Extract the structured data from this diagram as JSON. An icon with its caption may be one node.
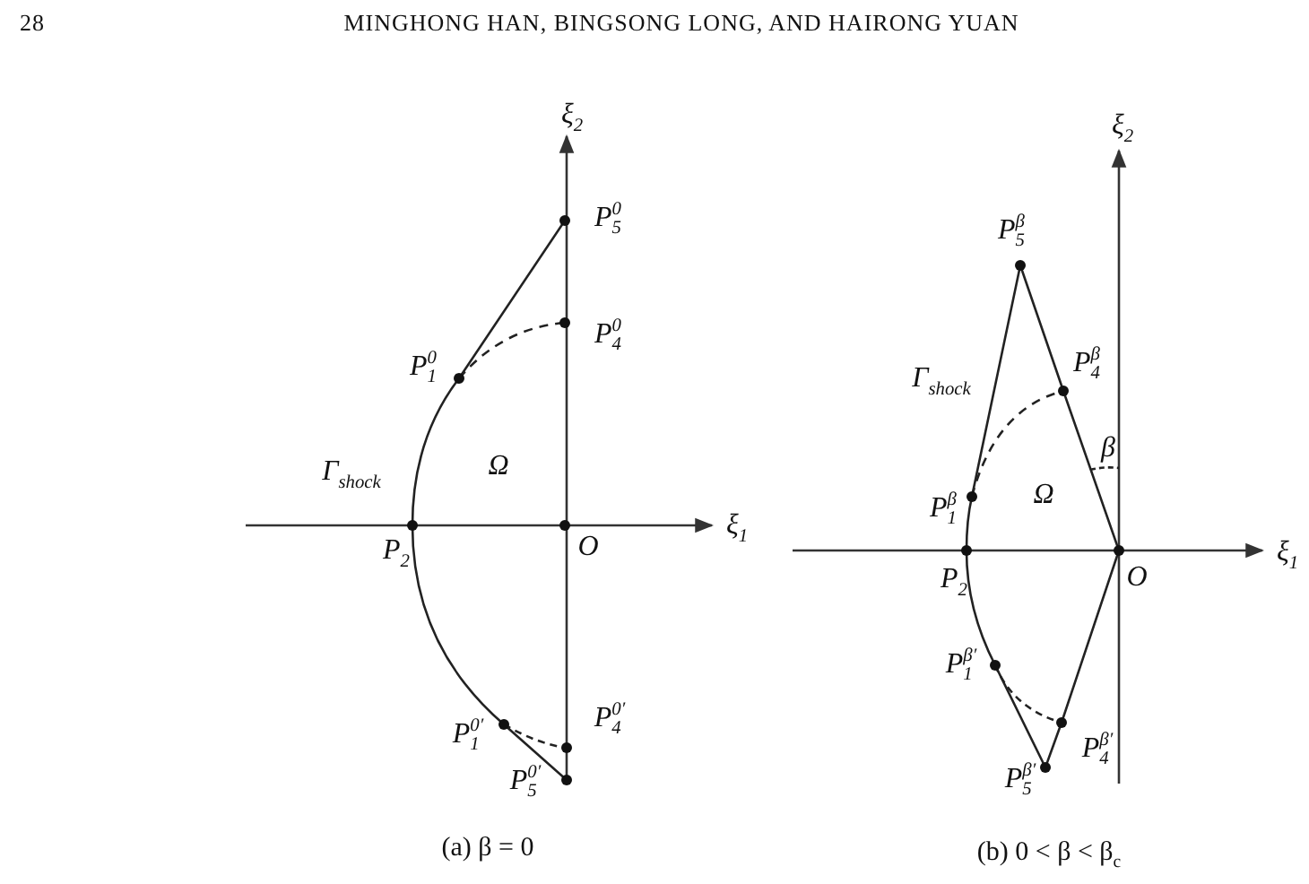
{
  "diagram": {
    "labels": [
      "28",
      "MINGHONG HAN, BINGSONG LONG, AND HAIRONG YUAN",
      "ξ$_{2}$",
      "P$_{5}$$^{0}$",
      "P$_{4}$$^{0}$",
      "P$_{1}$$^{0}$",
      "Γ$_{shock}$",
      "Ω",
      "ξ$_{1}$",
      "P$_{2}$",
      "O",
      "P$_{4}$$^{0′}$",
      "P$_{1}$$^{0′}$",
      "P$_{5}$$^{0′}$",
      "(a) β = 0",
      "ξ$_{2}$",
      "P$_{5}$$^{β}$",
      "P$_{4}$$^{β}$",
      "Γ$_{shock}$",
      "β",
      "Ω",
      "P$_{1}$$^{β}$",
      "ξ$_{1}$",
      "P$_{2}$",
      "O",
      "P$_{1}$$^{β′}$",
      "P$_{4}$$^{β′}$",
      "P$_{5}$$^{β′}$",
      "(b) 0 < β < β$_{c}$"
    ]
  }
}
